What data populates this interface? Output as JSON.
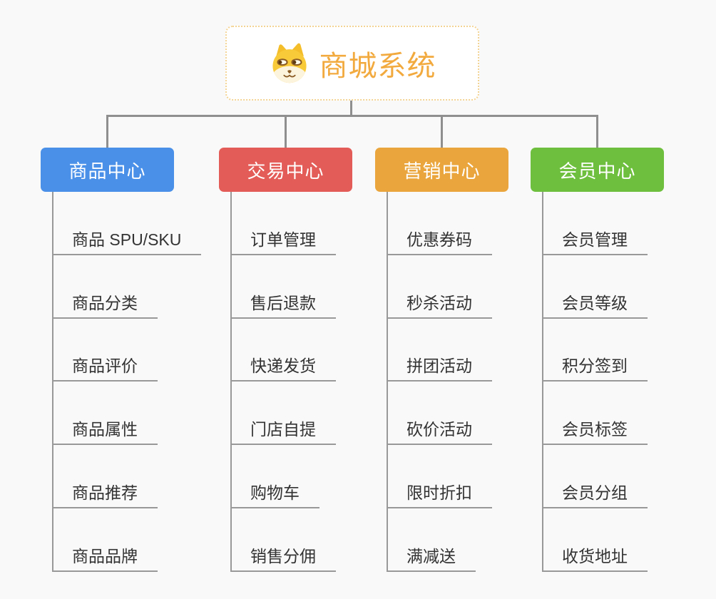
{
  "root": {
    "title": "商城系统",
    "icon": "doge-icon"
  },
  "branches": [
    {
      "label": "商品中心",
      "color": "#4a90e8",
      "items": [
        "商品 SPU/SKU",
        "商品分类",
        "商品评价",
        "商品属性",
        "商品推荐",
        "商品品牌"
      ]
    },
    {
      "label": "交易中心",
      "color": "#e45c57",
      "items": [
        "订单管理",
        "售后退款",
        "快递发货",
        "门店自提",
        "购物车",
        "销售分佣"
      ]
    },
    {
      "label": "营销中心",
      "color": "#eaa63c",
      "items": [
        "优惠券码",
        "秒杀活动",
        "拼团活动",
        "砍价活动",
        "限时折扣",
        "满减送"
      ]
    },
    {
      "label": "会员中心",
      "color": "#6ebf3e",
      "items": [
        "会员管理",
        "会员等级",
        "积分签到",
        "会员标签",
        "会员分组",
        "收货地址"
      ]
    }
  ],
  "colors": {
    "background": "#f9f9f9",
    "root_accent": "#f2a93e",
    "root_border": "#f4d494",
    "connector": "#8f8f8f",
    "item_line": "#999999",
    "item_text": "#333333"
  }
}
